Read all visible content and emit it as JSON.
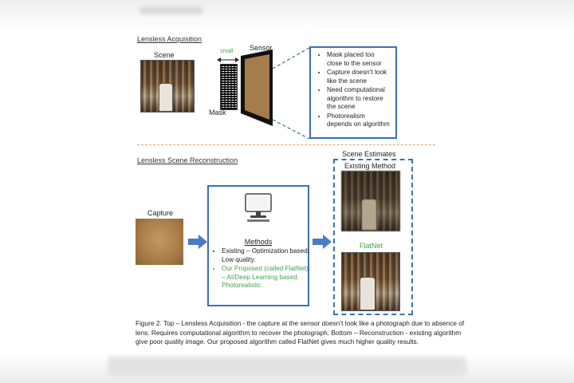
{
  "top_section": {
    "title": "Lensless Acquisition",
    "scene_label": "Scene",
    "small_label": "small",
    "sensor_label": "Sensor",
    "mask_label": "Mask",
    "bullets": [
      "Mask placed too close to the sensor",
      "Capture doesn’t look like the scene",
      "Need computational algorithm to restore the scene",
      "Photorealism depends on algorithm"
    ]
  },
  "bottom_section": {
    "title": "Lensless Scene Reconstruction",
    "capture_label": "Capture",
    "methods": {
      "heading": "Methods",
      "existing": "Existing  – Optimization based. Low quality.",
      "proposed": "Our Proposed (called FlatNet) – AI/Deep Learning based. Photorealistic."
    },
    "estimates": {
      "title": "Scene Estimates",
      "existing_label": "Existing Method",
      "flatnet_label": "FlatNet"
    }
  },
  "caption": "Figure 2. Top – Lensless Acquisition - the capture at the sensor doesn’t look like a photograph due to absence of lens. Requires computational algorithm to recover the photograph. Bottom – Reconstruction - existing algorithm give poor quality image. Our proposed algorithm called FlatNet gives much higher quality results.",
  "colors": {
    "box_blue": "#3d6fb0",
    "arrow_blue": "#4a7cc4",
    "divider_orange": "#e0a46a",
    "highlight_green": "#3fa34d"
  },
  "icons": [
    "computer-icon",
    "right-arrow-icon",
    "double-arrow-icon"
  ]
}
